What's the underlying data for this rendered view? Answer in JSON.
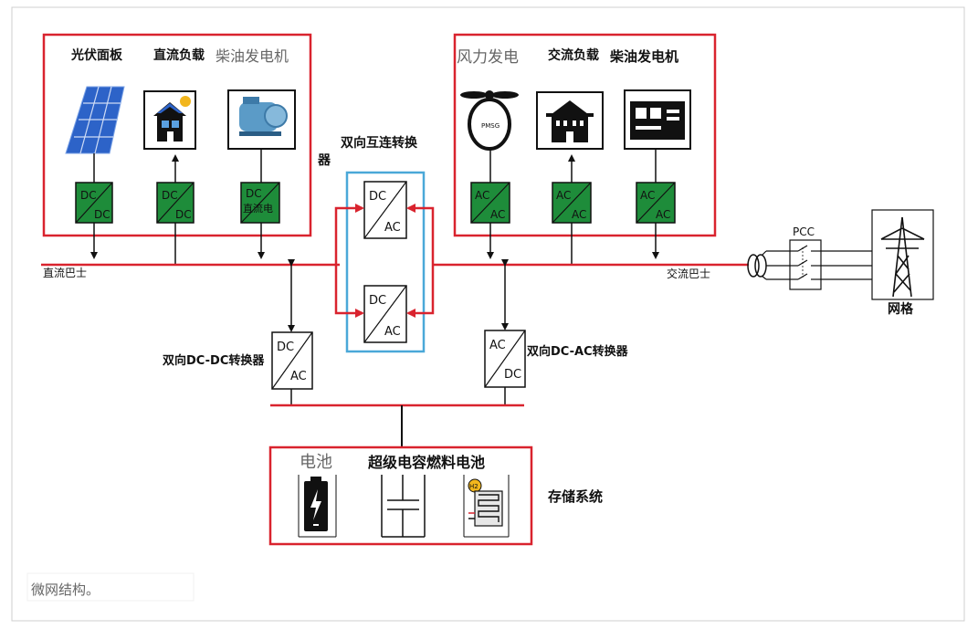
{
  "dc_sources": {
    "pv_label": "光伏面板",
    "dc_load_label": "直流负载",
    "diesel_label": "柴油发电机",
    "conv1": {
      "top": "DC",
      "bottom": "DC"
    },
    "conv2": {
      "top": "DC",
      "bottom": "DC"
    },
    "conv3": {
      "top": "DC",
      "bottom": "直流电"
    }
  },
  "ac_sources": {
    "wind_label": "风力发电",
    "ac_load_label": "交流负载",
    "diesel_label": "柴油发电机",
    "pmsg_label": "PMSG",
    "conv1": {
      "top": "AC",
      "bottom": "AC"
    },
    "conv2": {
      "top": "AC",
      "bottom": "AC"
    },
    "conv3": {
      "top": "AC",
      "bottom": "AC"
    }
  },
  "interlink": {
    "title_line1": "双向互连转换",
    "title_line2": "器",
    "conv_top": {
      "top": "DC",
      "bottom": "AC"
    },
    "conv_bottom": {
      "top": "DC",
      "bottom": "AC"
    }
  },
  "buses": {
    "dc_bus_label": "直流巴士",
    "ac_bus_label": "交流巴士"
  },
  "storage_converters": {
    "dcdc_label": "双向DC-DC转换器",
    "dcdc": {
      "top": "DC",
      "bottom": "AC"
    },
    "dcac_label": "双向DC-AC转换器",
    "dcac": {
      "top": "AC",
      "bottom": "DC"
    }
  },
  "storage": {
    "battery_label": "电池",
    "supercap_fuelcell_label": "超级电容燃料电池",
    "system_label": "存储系统",
    "h2_label": "H2"
  },
  "grid": {
    "pcc_label": "PCC",
    "grid_label": "网格"
  },
  "caption": "微网结构。",
  "colors": {
    "red": "#d9232e",
    "green": "#1e8c3a",
    "blue": "#4aa8d8",
    "black": "#111111"
  }
}
